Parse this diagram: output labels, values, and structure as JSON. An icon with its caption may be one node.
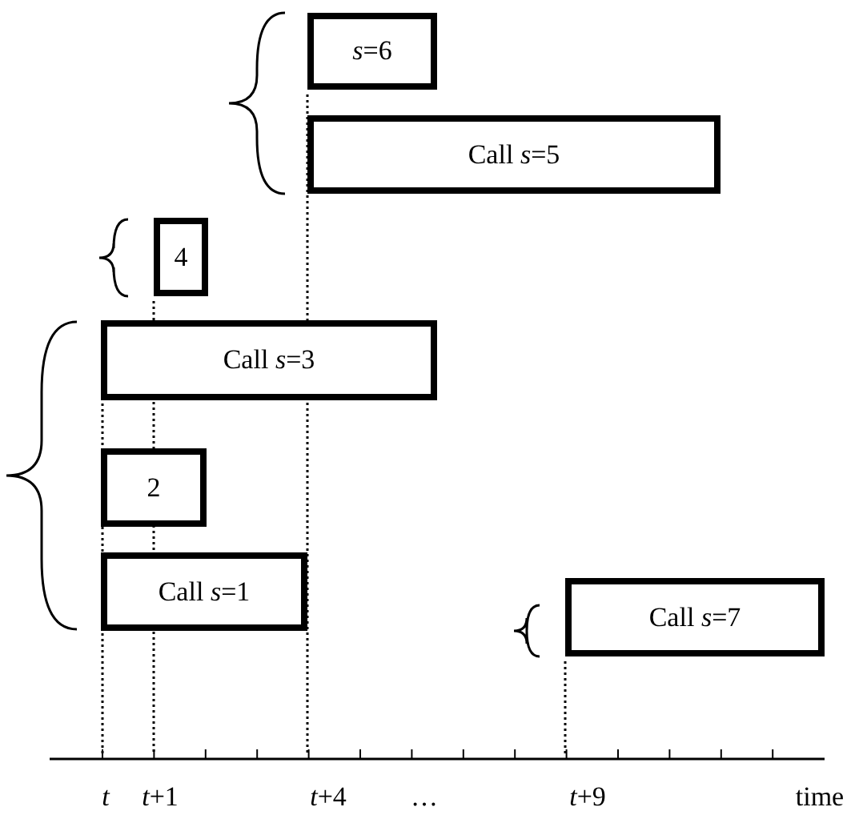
{
  "diagram": {
    "nodes": [
      {
        "text": [
          "*s*=6"
        ]
      },
      {
        "text": [
          "Call *s*=5"
        ]
      },
      {
        "text": [
          "4"
        ]
      },
      {
        "text": [
          "Call *s*=3"
        ]
      },
      {
        "text": [
          "2"
        ]
      },
      {
        "text": [
          "Call *s*=1"
        ]
      },
      {
        "text": [
          "Call *s*=7"
        ]
      }
    ],
    "labels": [
      "*t*",
      "*t*+1",
      "*t*+4",
      "…",
      "*t*+9",
      "time"
    ]
  }
}
